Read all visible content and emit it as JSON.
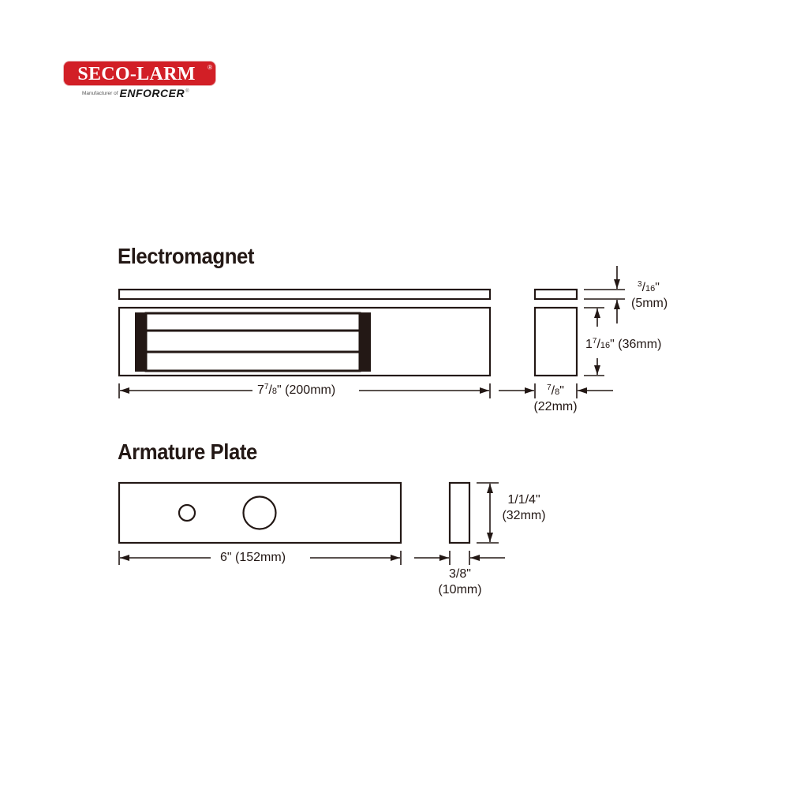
{
  "logo": {
    "brand": "SECO-LARM",
    "brand_mark": "®",
    "tagline_prefix": "Manufacturer of",
    "tagline_brand": "ENFORCER",
    "tagline_mark": "®",
    "badge_color": "#d21f26"
  },
  "electromagnet": {
    "title": "Electromagnet",
    "length": {
      "whole": "7",
      "num": "7",
      "den": "8",
      "suffix": "\" (200mm)"
    },
    "width": {
      "num": "7",
      "den": "8",
      "suffix": "\"",
      "metric": "(22mm)"
    },
    "plate_thickness": {
      "num": "3",
      "den": "16",
      "suffix": "\"",
      "metric": "(5mm)"
    },
    "height": {
      "whole": "1",
      "num": "7",
      "den": "16",
      "suffix": "\" (36mm)"
    }
  },
  "armature_plate": {
    "title": "Armature Plate",
    "length": {
      "label": "6\" (152mm)"
    },
    "width": {
      "imperial": "3/8\"",
      "metric": "(10mm)"
    },
    "height": {
      "imperial": "1/1/4\"",
      "metric": "(32mm)"
    }
  },
  "colors": {
    "line": "#231815",
    "background": "#ffffff"
  }
}
